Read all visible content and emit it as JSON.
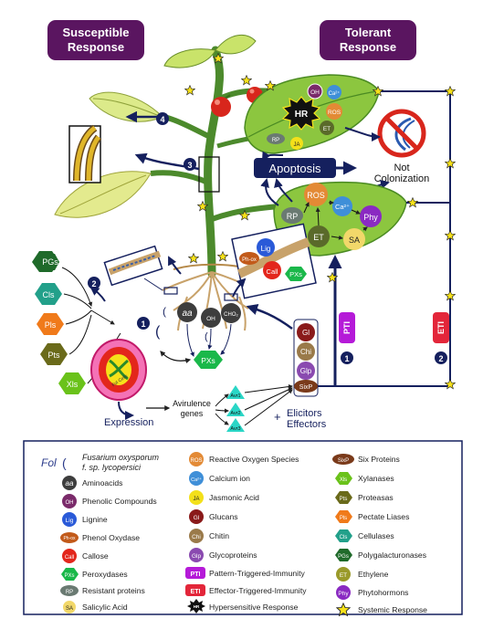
{
  "headers": {
    "susceptible": [
      "Susceptible",
      "Response"
    ],
    "tolerant": [
      "Tolerant",
      "Response"
    ]
  },
  "diagram": {
    "hr": "HR",
    "apoptosis": "Apoptosis",
    "not_colonization": [
      "Not",
      "Colonization"
    ],
    "expression": "Expression",
    "avirulence_genes": [
      "Avirulence",
      "genes"
    ],
    "elicitors": "Elicitors",
    "effectors": "Effectors",
    "plus": "+",
    "pti": "PTI",
    "eti": "ETI",
    "fol_cells": "Fol Cells",
    "avr_labels": [
      "Avr1",
      "Avr2",
      "Avr3"
    ],
    "step_numbers": [
      "1",
      "2",
      "3",
      "4"
    ],
    "pathway_numbers": [
      "1",
      "2"
    ],
    "upper_leaf_badges": {
      "ros": "ROS",
      "ca": "Ca²⁺",
      "et": "ET",
      "ja": "JA",
      "rp": "RP",
      "oh": "OH"
    },
    "middle_leaf_badges": {
      "ros": "ROS",
      "rp": "RP",
      "ca": "Ca²⁺",
      "phy": "Phy",
      "et": "ET",
      "sa": "SA"
    },
    "root_badges": {
      "aa": "aa",
      "oh": "OH",
      "choh": "CHO₂",
      "pxs": "PXs"
    },
    "root_zoom_badges": {
      "lig": "Lig",
      "phox": "Ph-ox",
      "call": "Call",
      "pxs": "PXs"
    },
    "enzymes": {
      "pgs": "PGs",
      "cls": "Cls",
      "pls": "Pls",
      "pts": "Pts",
      "xls": "Xls"
    },
    "pamps": {
      "gl": "Gl",
      "chi": "Chi",
      "glp": "Glp",
      "sixp": "SixP"
    }
  },
  "legend": {
    "fol_symbol": "Fol",
    "fol_name": [
      "Fusarium oxysporum",
      "f. sp. lycopersici"
    ],
    "col1": [
      {
        "badge": "aa",
        "text": "Aminoacids"
      },
      {
        "badge": "OH",
        "text": "Phenolic Compounds"
      },
      {
        "badge": "Lig",
        "text": "Lignine"
      },
      {
        "badge": "Ph-ox",
        "text": "Phenol Oxydase"
      },
      {
        "badge": "Call",
        "text": "Callose"
      },
      {
        "badge": "PXs",
        "text": "Peroxydases"
      },
      {
        "badge": "RP",
        "text": "Resistant proteins"
      },
      {
        "badge": "SA",
        "text": "Salicylic Acid"
      }
    ],
    "col2": [
      {
        "badge": "ROS",
        "text": "Reactive Oxygen Species"
      },
      {
        "badge": "Ca²⁺",
        "text": "Calcium ion"
      },
      {
        "badge": "JA",
        "text": "Jasmonic Acid"
      },
      {
        "badge": "Gl",
        "text": "Glucans"
      },
      {
        "badge": "Chi",
        "text": "Chitin"
      },
      {
        "badge": "Glp",
        "text": "Glycoproteins"
      },
      {
        "badge": "PTI",
        "text": "Pattern-Triggered-Immunity"
      },
      {
        "badge": "ETI",
        "text": "Effector-Triggered-Immunity"
      },
      {
        "badge": "HR",
        "text": "Hypersensitive Response"
      }
    ],
    "col3": [
      {
        "badge": "SixP",
        "text": "Six Proteins"
      },
      {
        "badge": "Xls",
        "text": "Xylanases"
      },
      {
        "badge": "Pts",
        "text": "Proteasas"
      },
      {
        "badge": "Pls",
        "text": "Pectate Liases"
      },
      {
        "badge": "Cls",
        "text": "Cellulases"
      },
      {
        "badge": "PGs",
        "text": "Polygalacturonases"
      },
      {
        "badge": "ET",
        "text": "Ethylene"
      },
      {
        "badge": "Phy",
        "text": "Phytohormons"
      },
      {
        "badge": "★",
        "text": "Systemic Response"
      }
    ]
  }
}
